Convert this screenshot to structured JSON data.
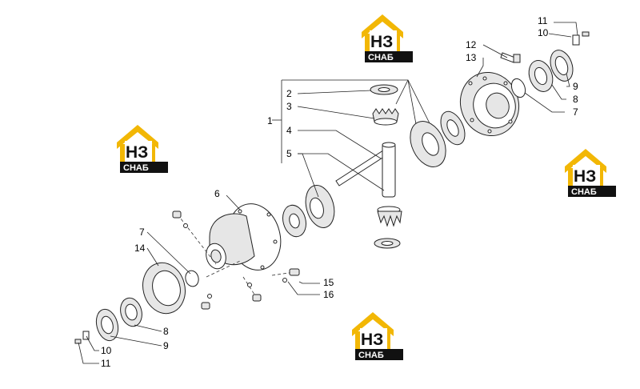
{
  "logo": {
    "letters": "НЗ",
    "caption": "СНАБ",
    "colors": {
      "roof": "#f2b705",
      "house": "#111111",
      "letters": "#ffffff",
      "caption": "#ffffff"
    }
  },
  "callouts": {
    "c1": "1",
    "c2": "2",
    "c3": "3",
    "c4": "4",
    "c5": "5",
    "c6": "6",
    "c7a": "7",
    "c7b": "7",
    "c8a": "8",
    "c8b": "8",
    "c9a": "9",
    "c9b": "9",
    "c10a": "10",
    "c10b": "10",
    "c11a": "11",
    "c11b": "11",
    "c12": "12",
    "c13": "13",
    "c14": "14",
    "c15": "15",
    "c16": "16"
  }
}
